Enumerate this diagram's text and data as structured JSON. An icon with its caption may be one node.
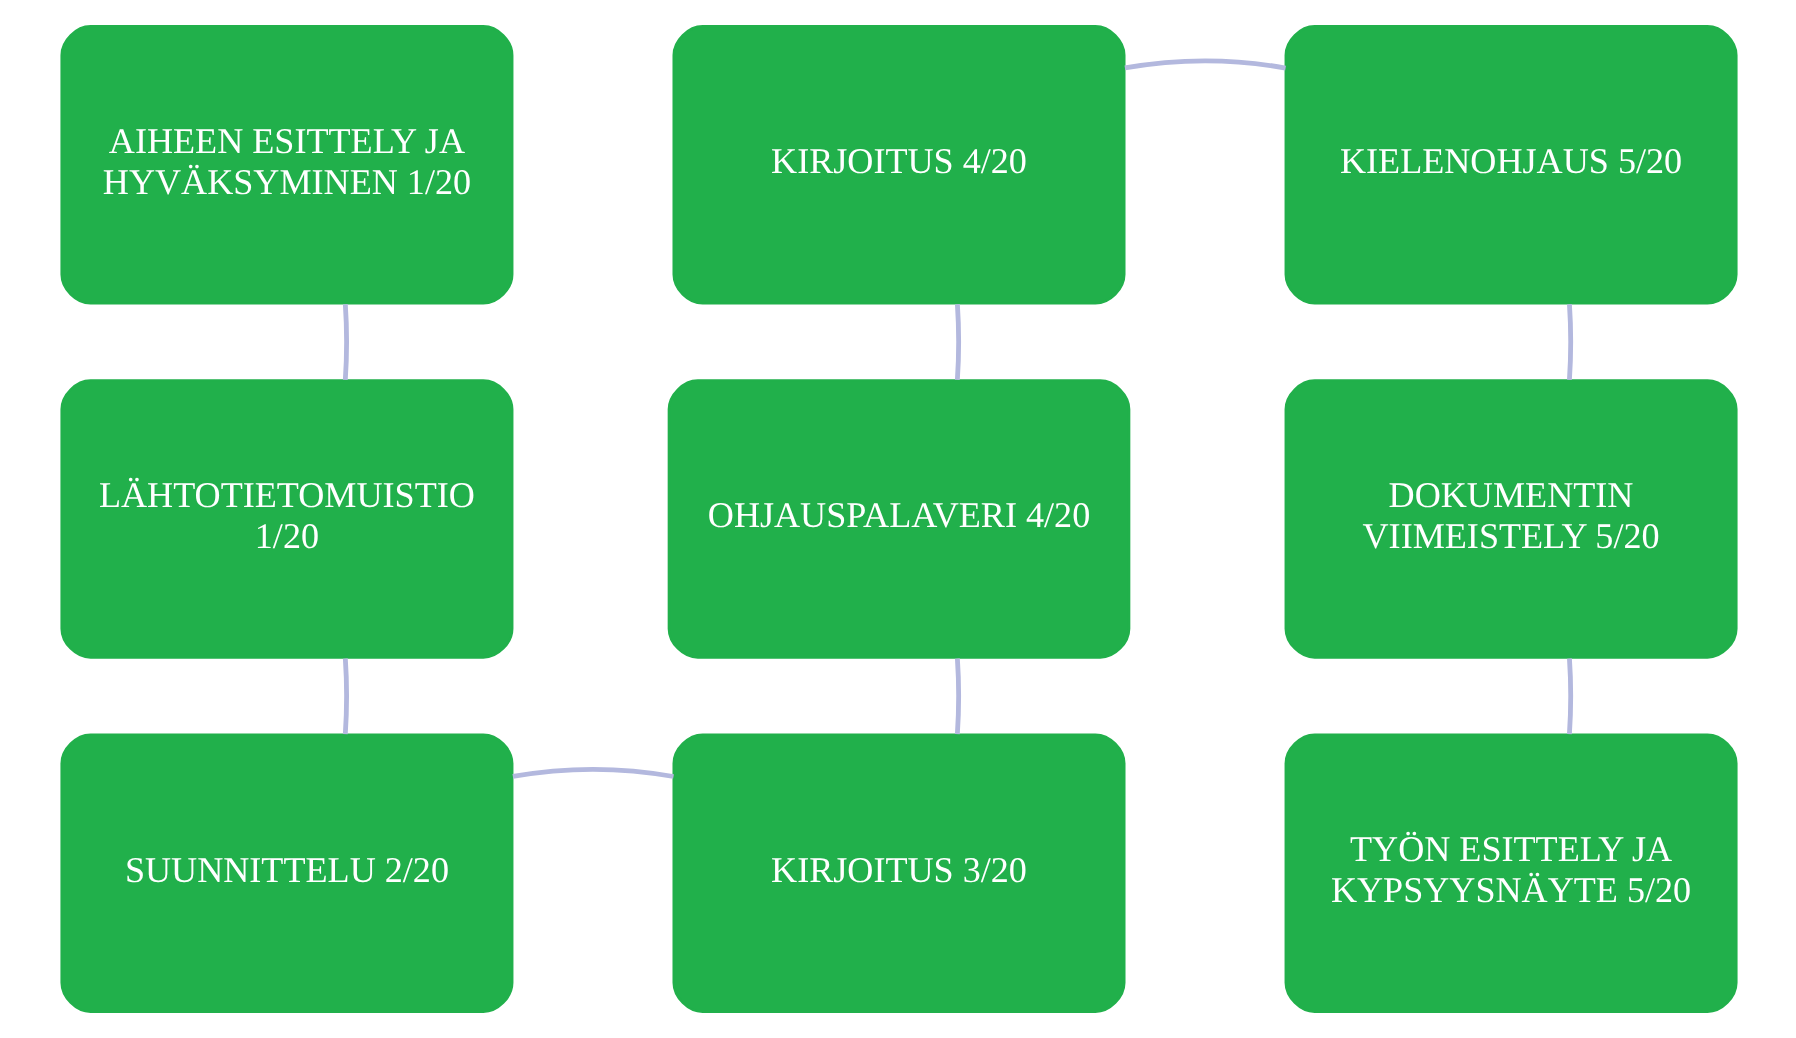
{
  "diagram": {
    "nodes": [
      {
        "text": [
          "AIHEEN ESITTELY JA HYVÄKSYMINEN 1/20"
        ]
      },
      {
        "text": [
          "LÄHTOTIETOMUISTIO 1/20"
        ]
      },
      {
        "text": [
          "SUUNNITTELU 2/20"
        ]
      },
      {
        "text": [
          "KIRJOITUS 3/20"
        ]
      },
      {
        "text": [
          "OHJAUSPALAVERI 4/20"
        ]
      },
      {
        "text": [
          "KIRJOITUS 4/20"
        ]
      },
      {
        "text": [
          "KIELENOHJAUS 5/20"
        ]
      },
      {
        "text": [
          "DOKUMENTIN VIIMEISTELY 5/20"
        ]
      },
      {
        "text": [
          "TYÖN ESITTELY JA KYPSYYSNÄYTE 5/20"
        ]
      }
    ],
    "edges": [
      {
        "from": 0,
        "to": 1,
        "arrow": "none"
      },
      {
        "from": 1,
        "to": 2,
        "arrow": "none"
      },
      {
        "from": 2,
        "to": 3,
        "arrow": "none"
      },
      {
        "from": 3,
        "to": 4,
        "arrow": "none"
      },
      {
        "from": 4,
        "to": 5,
        "arrow": "none"
      },
      {
        "from": 5,
        "to": 6,
        "arrow": "none"
      },
      {
        "from": 6,
        "to": 7,
        "arrow": "none"
      },
      {
        "from": 7,
        "to": 8,
        "arrow": "none"
      }
    ]
  }
}
